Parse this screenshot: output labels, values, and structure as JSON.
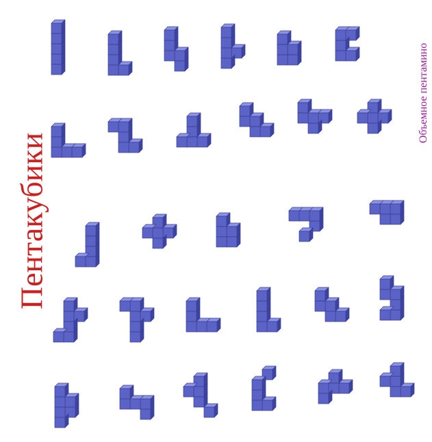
{
  "title": "Пентакубики",
  "subtitle": "Объемное пентамино",
  "colors": {
    "title": "#cc1f1f",
    "subtitle": "#a020a0",
    "cube_front": "#5b63c6",
    "cube_top": "#8c93e6",
    "cube_side": "#3c43a0",
    "cube_edge": "#3a3f8f"
  },
  "piece_count": 29,
  "rows": [
    {
      "name": "row-1",
      "count": 6
    },
    {
      "name": "row-2",
      "count": 6
    },
    {
      "name": "row-3",
      "count": 5
    },
    {
      "name": "row-4",
      "count": 6
    },
    {
      "name": "row-5",
      "count": 6
    }
  ]
}
